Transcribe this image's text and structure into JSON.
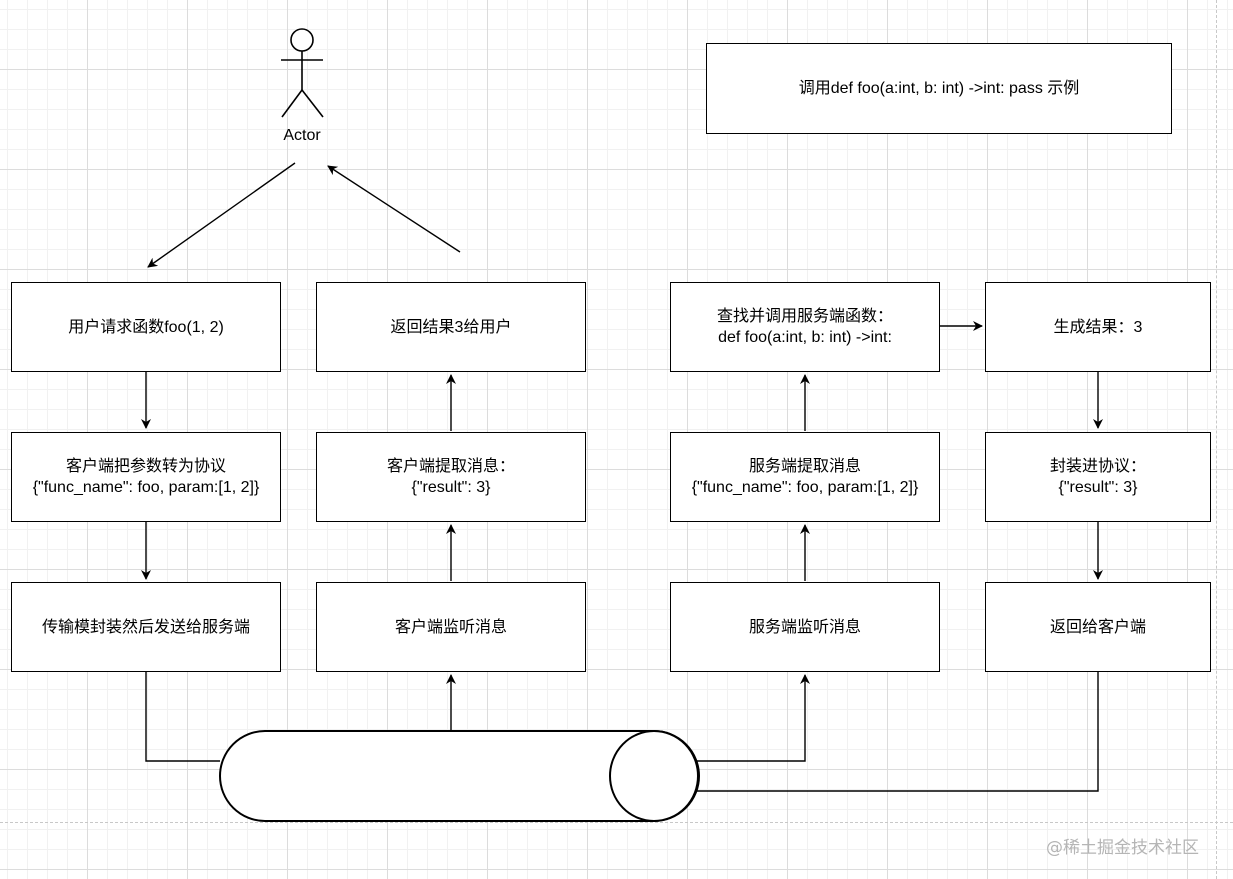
{
  "title": "调用def foo(a:int, b: int) ->int: pass 示例",
  "actor": {
    "label": "Actor"
  },
  "client_column1": {
    "request": "用户请求函数foo(1, 2)",
    "to_protocol_line1": "客户端把参数转为协议",
    "to_protocol_line2": "{\"func_name\": foo, param:[1, 2]}",
    "transport": "传输模封装然后发送给服务端"
  },
  "client_column2": {
    "return_result": "返回结果3给用户",
    "extract_line1": "客户端提取消息：",
    "extract_line2": "{\"result\": 3}",
    "listen": "客户端监听消息"
  },
  "server_column1": {
    "find_call_line1": "查找并调用服务端函数：",
    "find_call_line2": "def foo(a:int, b: int) ->int:",
    "extract_line1": "服务端提取消息",
    "extract_line2": "{\"func_name\": foo, param:[1, 2]}",
    "listen": "服务端监听消息"
  },
  "server_column2": {
    "generate_result": "生成结果：3",
    "wrap_line1": "封装进协议：",
    "wrap_line2": "{\"result\": 3}",
    "return_to_client": "返回给客户端"
  },
  "watermark": "@稀土掘金技术社区"
}
